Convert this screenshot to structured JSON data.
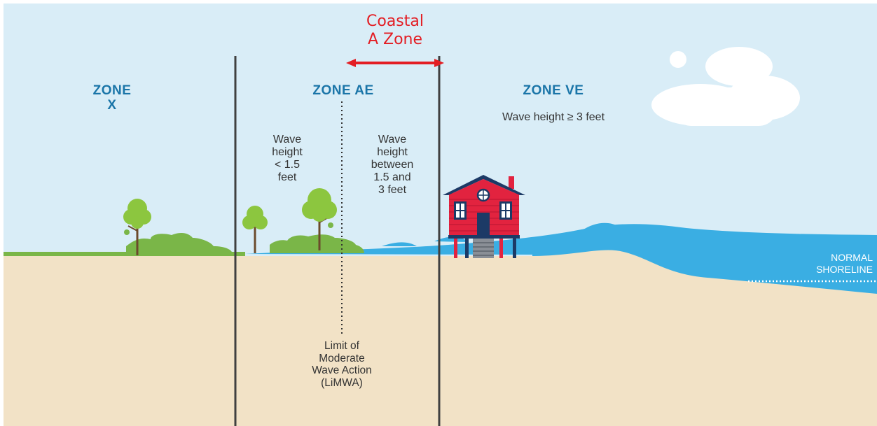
{
  "coastal_label": {
    "line1": "Coastal",
    "line2": "A Zone"
  },
  "zones": {
    "x": {
      "line1": "ZONE",
      "line2": "X"
    },
    "ae": {
      "title": "ZONE AE"
    },
    "ve": {
      "title": "ZONE VE",
      "wave_note": "Wave height ≥ 3 feet"
    }
  },
  "ae_left_note": [
    "Wave",
    "height",
    "< 1.5",
    "feet"
  ],
  "ae_right_note": [
    "Wave",
    "height",
    "between",
    "1.5 and",
    "3 feet"
  ],
  "limwa": [
    "Limit of",
    "Moderate",
    "Wave Action",
    "(LiMWA)"
  ],
  "shoreline": {
    "line1": "NORMAL",
    "line2": "SHORELINE"
  },
  "colors": {
    "sky": "#d9edf7",
    "sand": "#f2e2c6",
    "water": "#3aaee3",
    "grass": "#7ab648",
    "tree_leaves": "#8cc63f",
    "trunk": "#6b4a2b",
    "house": "#e2233f",
    "roof": "#1c3a66",
    "zone_line": "#404040",
    "coastal_arrow": "#e31e24",
    "zone_text": "#1a75a8"
  }
}
